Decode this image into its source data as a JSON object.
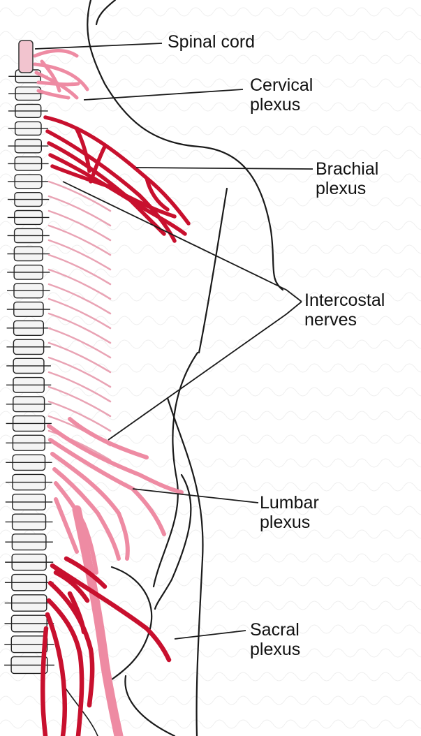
{
  "labels": {
    "spinal_cord": "Spinal cord",
    "cervical_plexus": {
      "line1": "Cervical",
      "line2": "plexus"
    },
    "brachial_plexus": {
      "line1": "Brachial",
      "line2": "plexus"
    },
    "intercostal_nerves": {
      "line1": "Intercostal",
      "line2": "nerves"
    },
    "lumbar_plexus": {
      "line1": "Lumbar",
      "line2": "plexus"
    },
    "sacral_plexus": {
      "line1": "Sacral",
      "line2": "plexus"
    }
  },
  "colors": {
    "background": "#ffffff",
    "nerve_dark": "#c8102e",
    "nerve_light": "#ee8ba3",
    "outline": "#1a1a1a",
    "spine": "#f4f4f4"
  }
}
